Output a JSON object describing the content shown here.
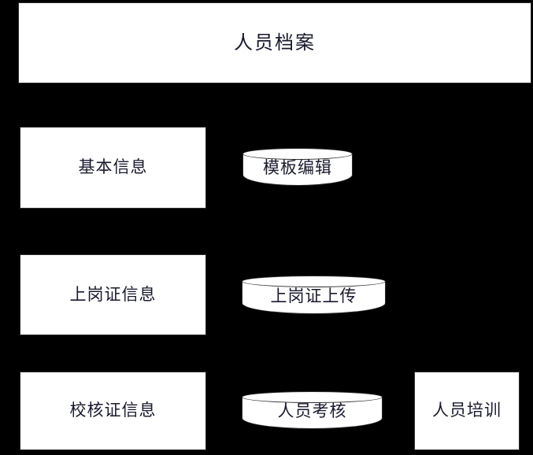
{
  "diagram": {
    "background_color": "#000000",
    "shape_fill": "#ffffff",
    "shape_stroke": "#2b2b2b",
    "text_color": "#1a1a2e",
    "title_node": {
      "label": "人员档案",
      "shape": "rectangle"
    },
    "rows": [
      {
        "rect": {
          "label": "基本信息",
          "shape": "rectangle"
        },
        "cylinder": {
          "label": "模板编辑",
          "shape": "cylinder"
        }
      },
      {
        "rect": {
          "label": "上岗证信息",
          "shape": "rectangle"
        },
        "cylinder": {
          "label": "上岗证上传",
          "shape": "cylinder"
        }
      },
      {
        "rect": {
          "label": "校核证信息",
          "shape": "rectangle"
        },
        "cylinder": {
          "label": "人员考核",
          "shape": "cylinder"
        },
        "rect2": {
          "label": "人员培训",
          "shape": "rectangle"
        }
      }
    ]
  }
}
